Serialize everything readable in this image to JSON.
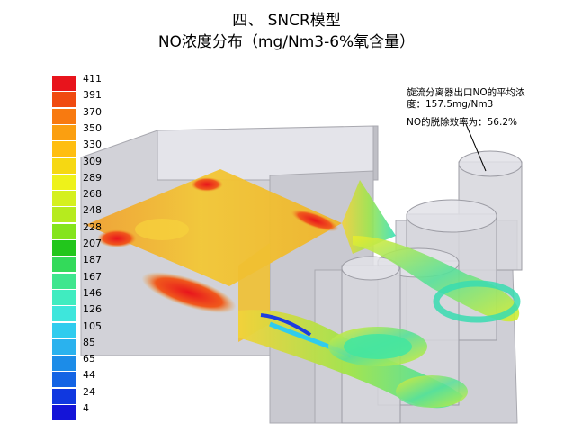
{
  "title": "四、 SNCR模型",
  "subtitle": "NO浓度分布（mg/Nm3-6%氧含量）",
  "legend": {
    "labels": [
      "411",
      "391",
      "370",
      "350",
      "330",
      "309",
      "289",
      "268",
      "248",
      "228",
      "207",
      "187",
      "167",
      "146",
      "126",
      "105",
      "85",
      "65",
      "44",
      "24",
      "4"
    ],
    "colors": [
      "#e8141c",
      "#f04a10",
      "#f87a10",
      "#fb9f10",
      "#ffbe10",
      "#f6d812",
      "#eef21a",
      "#d5f01e",
      "#b6eb1e",
      "#85e41c",
      "#22c61c",
      "#33da5a",
      "#3fe68e",
      "#40ecc0",
      "#3ee6dc",
      "#30ccee",
      "#2ab2ee",
      "#1c8ce8",
      "#1464e4",
      "#1038e0",
      "#1414d8"
    ]
  },
  "annotation": {
    "line1": "旋流分离器出口NO的平均浓",
    "line2": "度：157.5mg/Nm3",
    "line3": "NO的脱除效率为：56.2%"
  }
}
